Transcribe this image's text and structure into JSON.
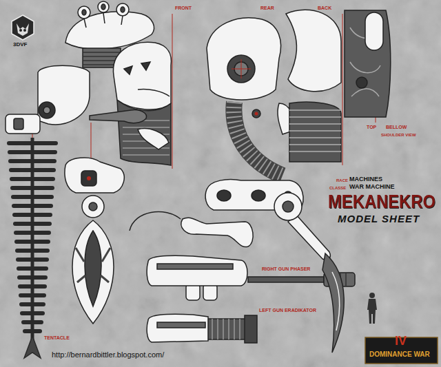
{
  "diagram": {
    "title": "MEKANEKRO",
    "labels": [
      "3DVF",
      "FRONT",
      "REAR",
      "BACK",
      "TOP",
      "BELLOW",
      "SHOULDER VIEW",
      "RACE",
      "MACHINES",
      "CLASSE",
      "WAR MACHINE",
      "MODEL SHEET",
      "RIGHT GUN PHASER",
      "LEFT GUN ERADIKATOR",
      "TENTACLE",
      "http://bernardbittler.blogspot.com/",
      "IV",
      "DOMINANCE WAR"
    ]
  }
}
